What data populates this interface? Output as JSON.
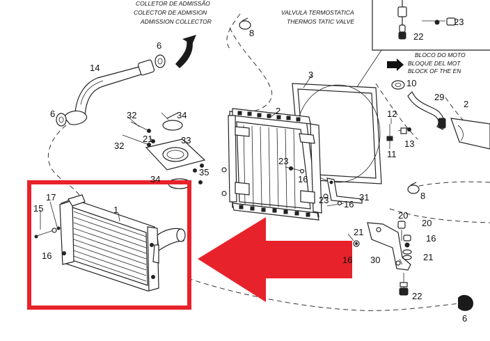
{
  "captions": {
    "top_left_partial": "COLLETOR DE ADMISSÃO",
    "admission_es": "COLECTOR DE ADMISION",
    "admission_en": "ADMISSION COLLECTOR",
    "valve_es": "VALVULA TERMOSTATICA",
    "valve_en": "THERMOS TATIC VALVE",
    "block_pt": "BLOCO DO MOTO",
    "block_es": "BLOQUE DEL MOT",
    "block_en": "BLOCK OF THE EN"
  },
  "callouts": {
    "n1": "1",
    "n2": "2",
    "n3": "3",
    "n6a": "6",
    "n6b": "6",
    "n6c": "6",
    "n8a": "8",
    "n8b": "8",
    "n10": "10",
    "n11": "11",
    "n12": "12",
    "n13": "13",
    "n14": "14",
    "n15": "15",
    "n16a": "16",
    "n16b": "16",
    "n16c": "16",
    "n16d": "16",
    "n16e": "16",
    "n17": "17",
    "n20a": "20",
    "n20b": "20",
    "n21a": "21",
    "n21b": "21",
    "n21c": "21",
    "n22a": "22",
    "n22b": "22",
    "n23a": "23",
    "n23b": "23",
    "n23c": "23",
    "n29": "29",
    "n2r": "2",
    "n30": "30",
    "n31": "31",
    "n32a": "32",
    "n32b": "32",
    "n33": "33",
    "n34a": "34",
    "n34b": "34",
    "n35": "35"
  },
  "colors": {
    "highlight": "#e8222a",
    "line": "#222222"
  },
  "icons": {
    "arrow": "left-arrow-icon",
    "frame": "highlight-frame"
  }
}
